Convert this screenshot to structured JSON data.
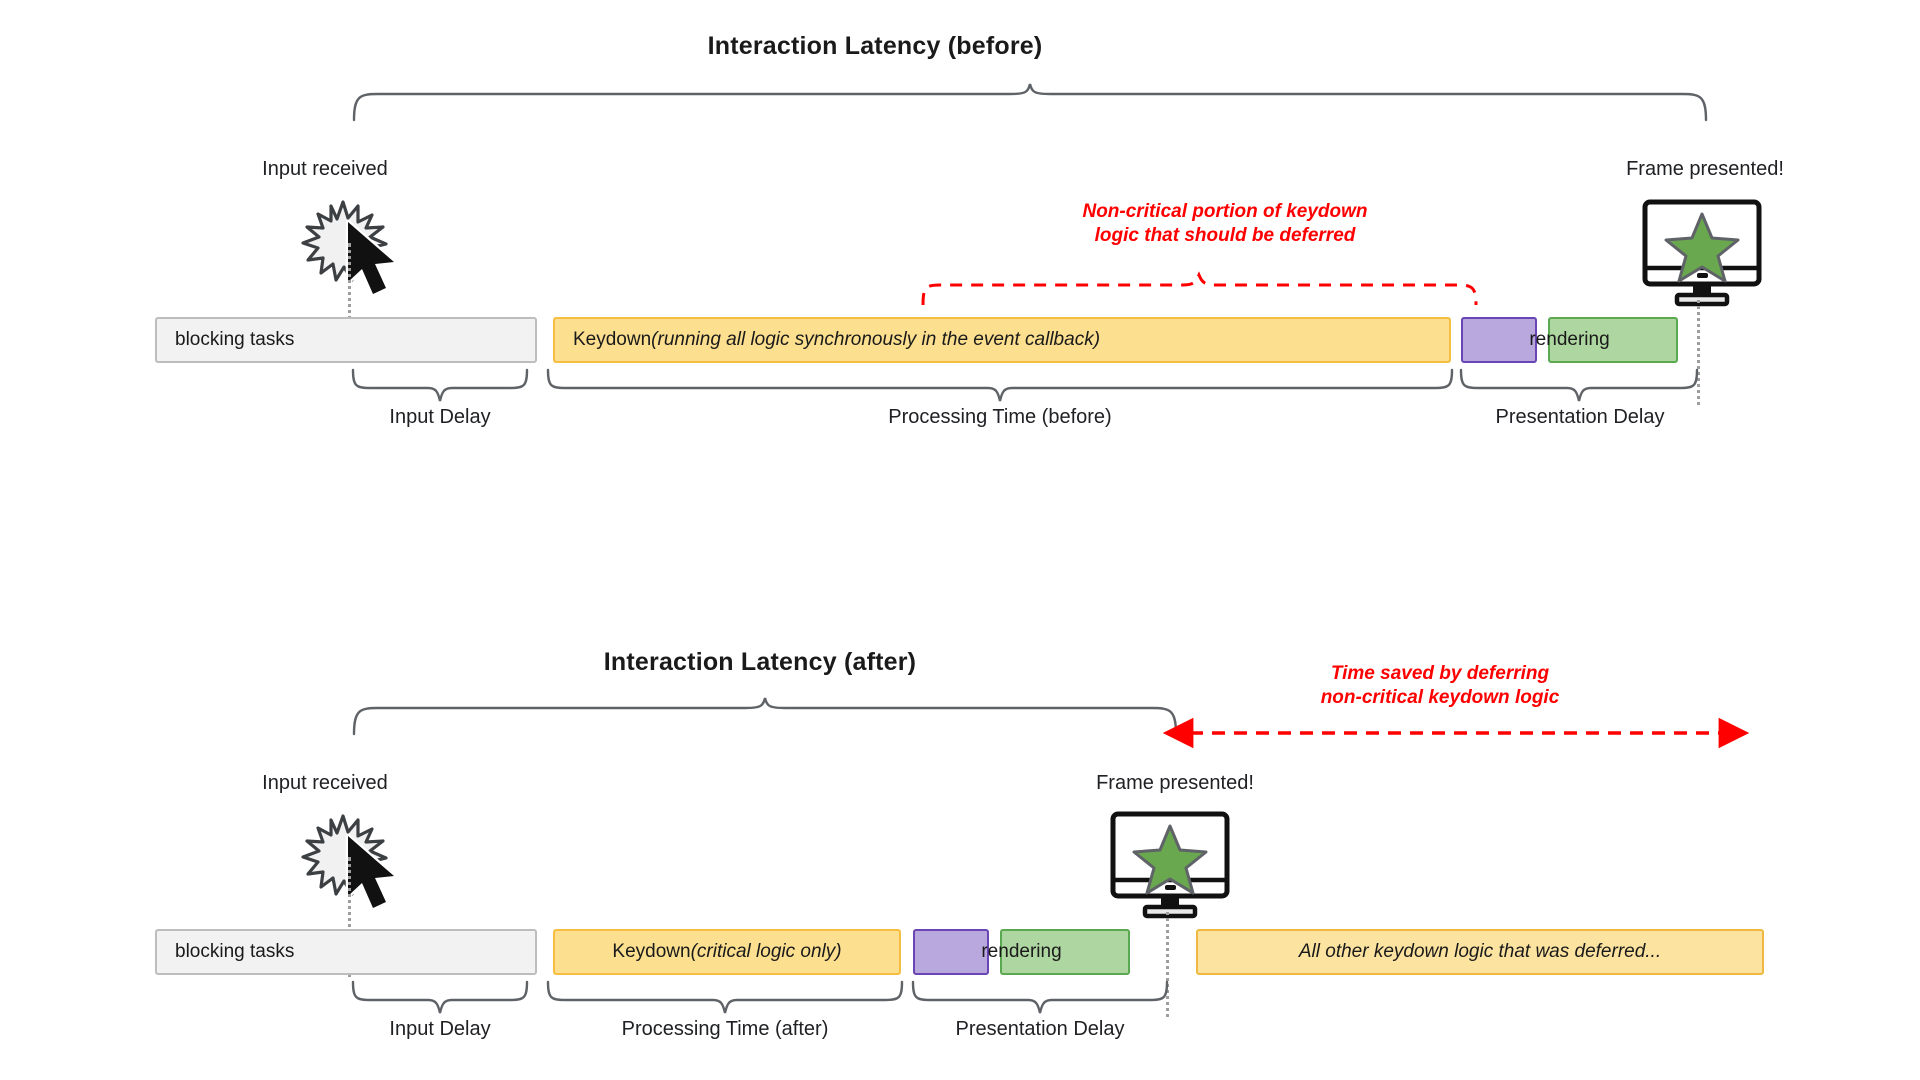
{
  "diagram": {
    "name": "interaction-latency-before-after",
    "colors": {
      "blocking_fill": "#f2f2f2",
      "blocking_stroke": "#bdbdbd",
      "keydown_fill": "#fcdf8f",
      "keydown_stroke": "#f5bd41",
      "deferred_fill": "#fce3a0",
      "deferred_stroke": "#f0b840",
      "purple_fill": "#b9a8dd",
      "purple_stroke": "#6a45b5",
      "green_fill": "#aed6a0",
      "green_stroke": "#5aa84f",
      "annotation_red": "#ff0000",
      "brace_gray": "#5f6368",
      "dotted_gray": "#9e9e9e",
      "star_green": "#6aa84f",
      "text": "#202124"
    }
  },
  "before": {
    "title": "Interaction Latency (before)",
    "input_label": "Input received",
    "frame_label": "Frame presented!",
    "annotation": {
      "line1": "Non-critical portion of keydown",
      "line2": "logic that should be deferred"
    },
    "bars": [
      {
        "id": "blocking-tasks",
        "label": "blocking tasks",
        "style": "blocking"
      },
      {
        "id": "keydown",
        "label_plain": "Keydown ",
        "label_italic": "(running all logic synchronously in the event callback)",
        "style": "keydown"
      },
      {
        "id": "pre-render",
        "label": "",
        "style": "purple"
      },
      {
        "id": "render",
        "label": "",
        "style": "green"
      }
    ],
    "rendering_label": "rendering",
    "phases": [
      {
        "id": "input-delay",
        "label": "Input Delay"
      },
      {
        "id": "processing-time",
        "label": "Processing Time (before)"
      },
      {
        "id": "presentation-delay",
        "label": "Presentation Delay"
      }
    ]
  },
  "after": {
    "title": "Interaction Latency (after)",
    "input_label": "Input received",
    "frame_label": "Frame presented!",
    "annotation": {
      "line1": "Time saved by deferring",
      "line2": "non-critical keydown logic"
    },
    "bars": [
      {
        "id": "blocking-tasks",
        "label": "blocking tasks",
        "style": "blocking"
      },
      {
        "id": "keydown",
        "label_plain": "Keydown ",
        "label_italic": "(critical logic only)",
        "style": "keydown"
      },
      {
        "id": "pre-render",
        "label": "",
        "style": "purple"
      },
      {
        "id": "render",
        "label": "",
        "style": "green"
      },
      {
        "id": "deferred",
        "label": "All other keydown logic that was deferred...",
        "style": "deferred"
      }
    ],
    "rendering_label": "rendering",
    "phases": [
      {
        "id": "input-delay",
        "label": "Input Delay"
      },
      {
        "id": "processing-time",
        "label": "Processing Time (after)"
      },
      {
        "id": "presentation-delay",
        "label": "Presentation Delay"
      }
    ]
  },
  "icons": {
    "cursor": "mouse-cursor-click-icon",
    "monitor": "monitor-star-icon",
    "burst": "click-burst-icon"
  }
}
